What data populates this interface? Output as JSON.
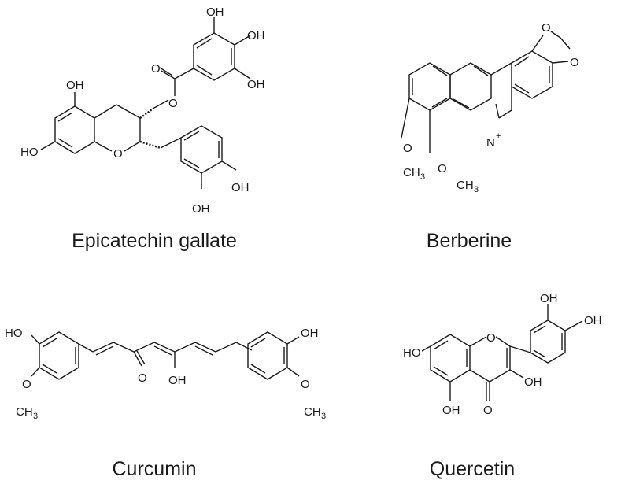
{
  "molecules": [
    {
      "name": "Epicatechin gallate",
      "atom_labels": {
        "oh_top": "OH",
        "oh_right_top": "OH",
        "oh_right_mid": "OH",
        "ester_o_dbl": "O",
        "ester_o": "O",
        "oh_5": "OH",
        "ho_7": "HO",
        "ring_o": "O",
        "oh_4p": "OH",
        "oh_3p": "OH"
      }
    },
    {
      "name": "Berberine",
      "atom_labels": {
        "o_top": "O",
        "o_right": "O",
        "n_plus": "N",
        "plus": "+",
        "o_left": "O",
        "ch3_left": "CH",
        "sub3_left": "3",
        "o_bottom": "O",
        "ch3_bottom": "CH",
        "sub3_bottom": "3"
      }
    },
    {
      "name": "Curcumin",
      "atom_labels": {
        "ho_left": "HO",
        "o_left": "O",
        "ch3_left": "CH",
        "sub3_left": "3",
        "keto_o": "O",
        "enol_oh": "OH",
        "oh_right": "OH",
        "o_right": "O",
        "ch3_right": "CH",
        "sub3_right": "3"
      }
    },
    {
      "name": "Quercetin",
      "atom_labels": {
        "oh_top": "OH",
        "oh_right": "OH",
        "ho_left": "HO",
        "ring_o": "O",
        "oh_3": "OH",
        "oh_5": "OH",
        "keto_o": "O"
      }
    }
  ]
}
